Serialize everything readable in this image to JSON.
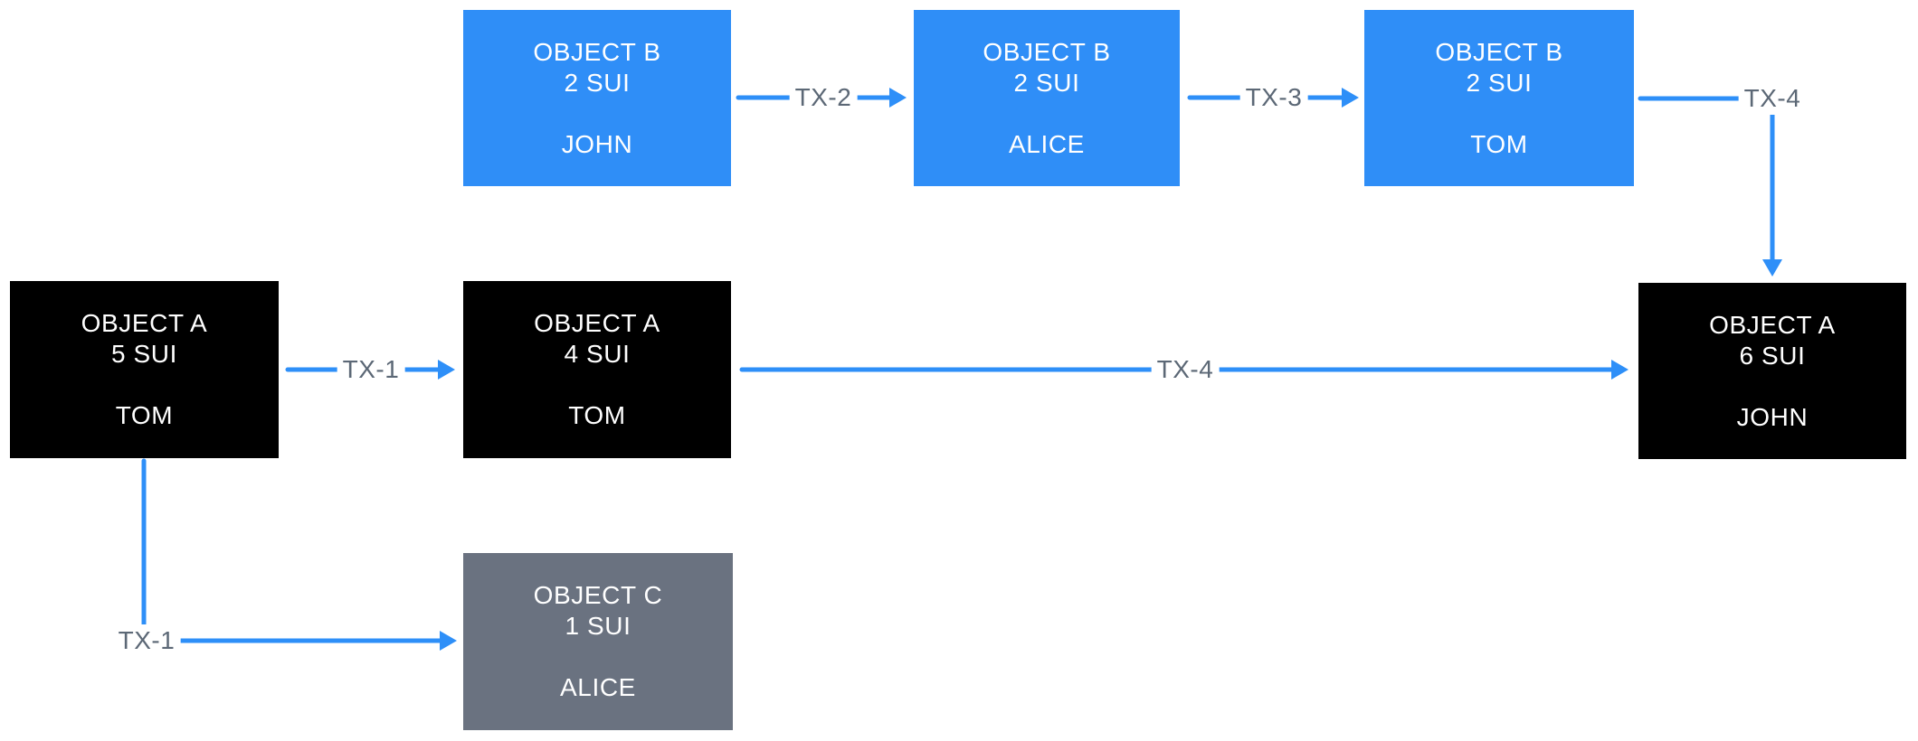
{
  "colors": {
    "node_blue": "#2F8EF7",
    "node_black": "#000000",
    "node_gray": "#6A7280",
    "arrow": "#2E8FF8",
    "edge_label": "#5C6876",
    "background": "#FFFFFF"
  },
  "nodes": [
    {
      "id": "object-b-john",
      "title": "OBJECT B",
      "amount": "2 SUI",
      "owner": "JOHN",
      "variant": "blue"
    },
    {
      "id": "object-b-alice",
      "title": "OBJECT B",
      "amount": "2 SUI",
      "owner": "ALICE",
      "variant": "blue"
    },
    {
      "id": "object-b-tom",
      "title": "OBJECT B",
      "amount": "2 SUI",
      "owner": "TOM",
      "variant": "blue"
    },
    {
      "id": "object-a-tom-5",
      "title": "OBJECT A",
      "amount": "5 SUI",
      "owner": "TOM",
      "variant": "black"
    },
    {
      "id": "object-a-tom-4",
      "title": "OBJECT A",
      "amount": "4 SUI",
      "owner": "TOM",
      "variant": "black"
    },
    {
      "id": "object-a-john-6",
      "title": "OBJECT A",
      "amount": "6 SUI",
      "owner": "JOHN",
      "variant": "black"
    },
    {
      "id": "object-c-alice",
      "title": "OBJECT C",
      "amount": "1 SUI",
      "owner": "ALICE",
      "variant": "gray"
    }
  ],
  "edges": [
    {
      "id": "tx-1-right",
      "label": "TX-1"
    },
    {
      "id": "tx-2",
      "label": "TX-2"
    },
    {
      "id": "tx-3",
      "label": "TX-3"
    },
    {
      "id": "tx-4-down",
      "label": "TX-4"
    },
    {
      "id": "tx-4-long",
      "label": "TX-4"
    },
    {
      "id": "tx-1-bent",
      "label": "TX-1"
    }
  ]
}
